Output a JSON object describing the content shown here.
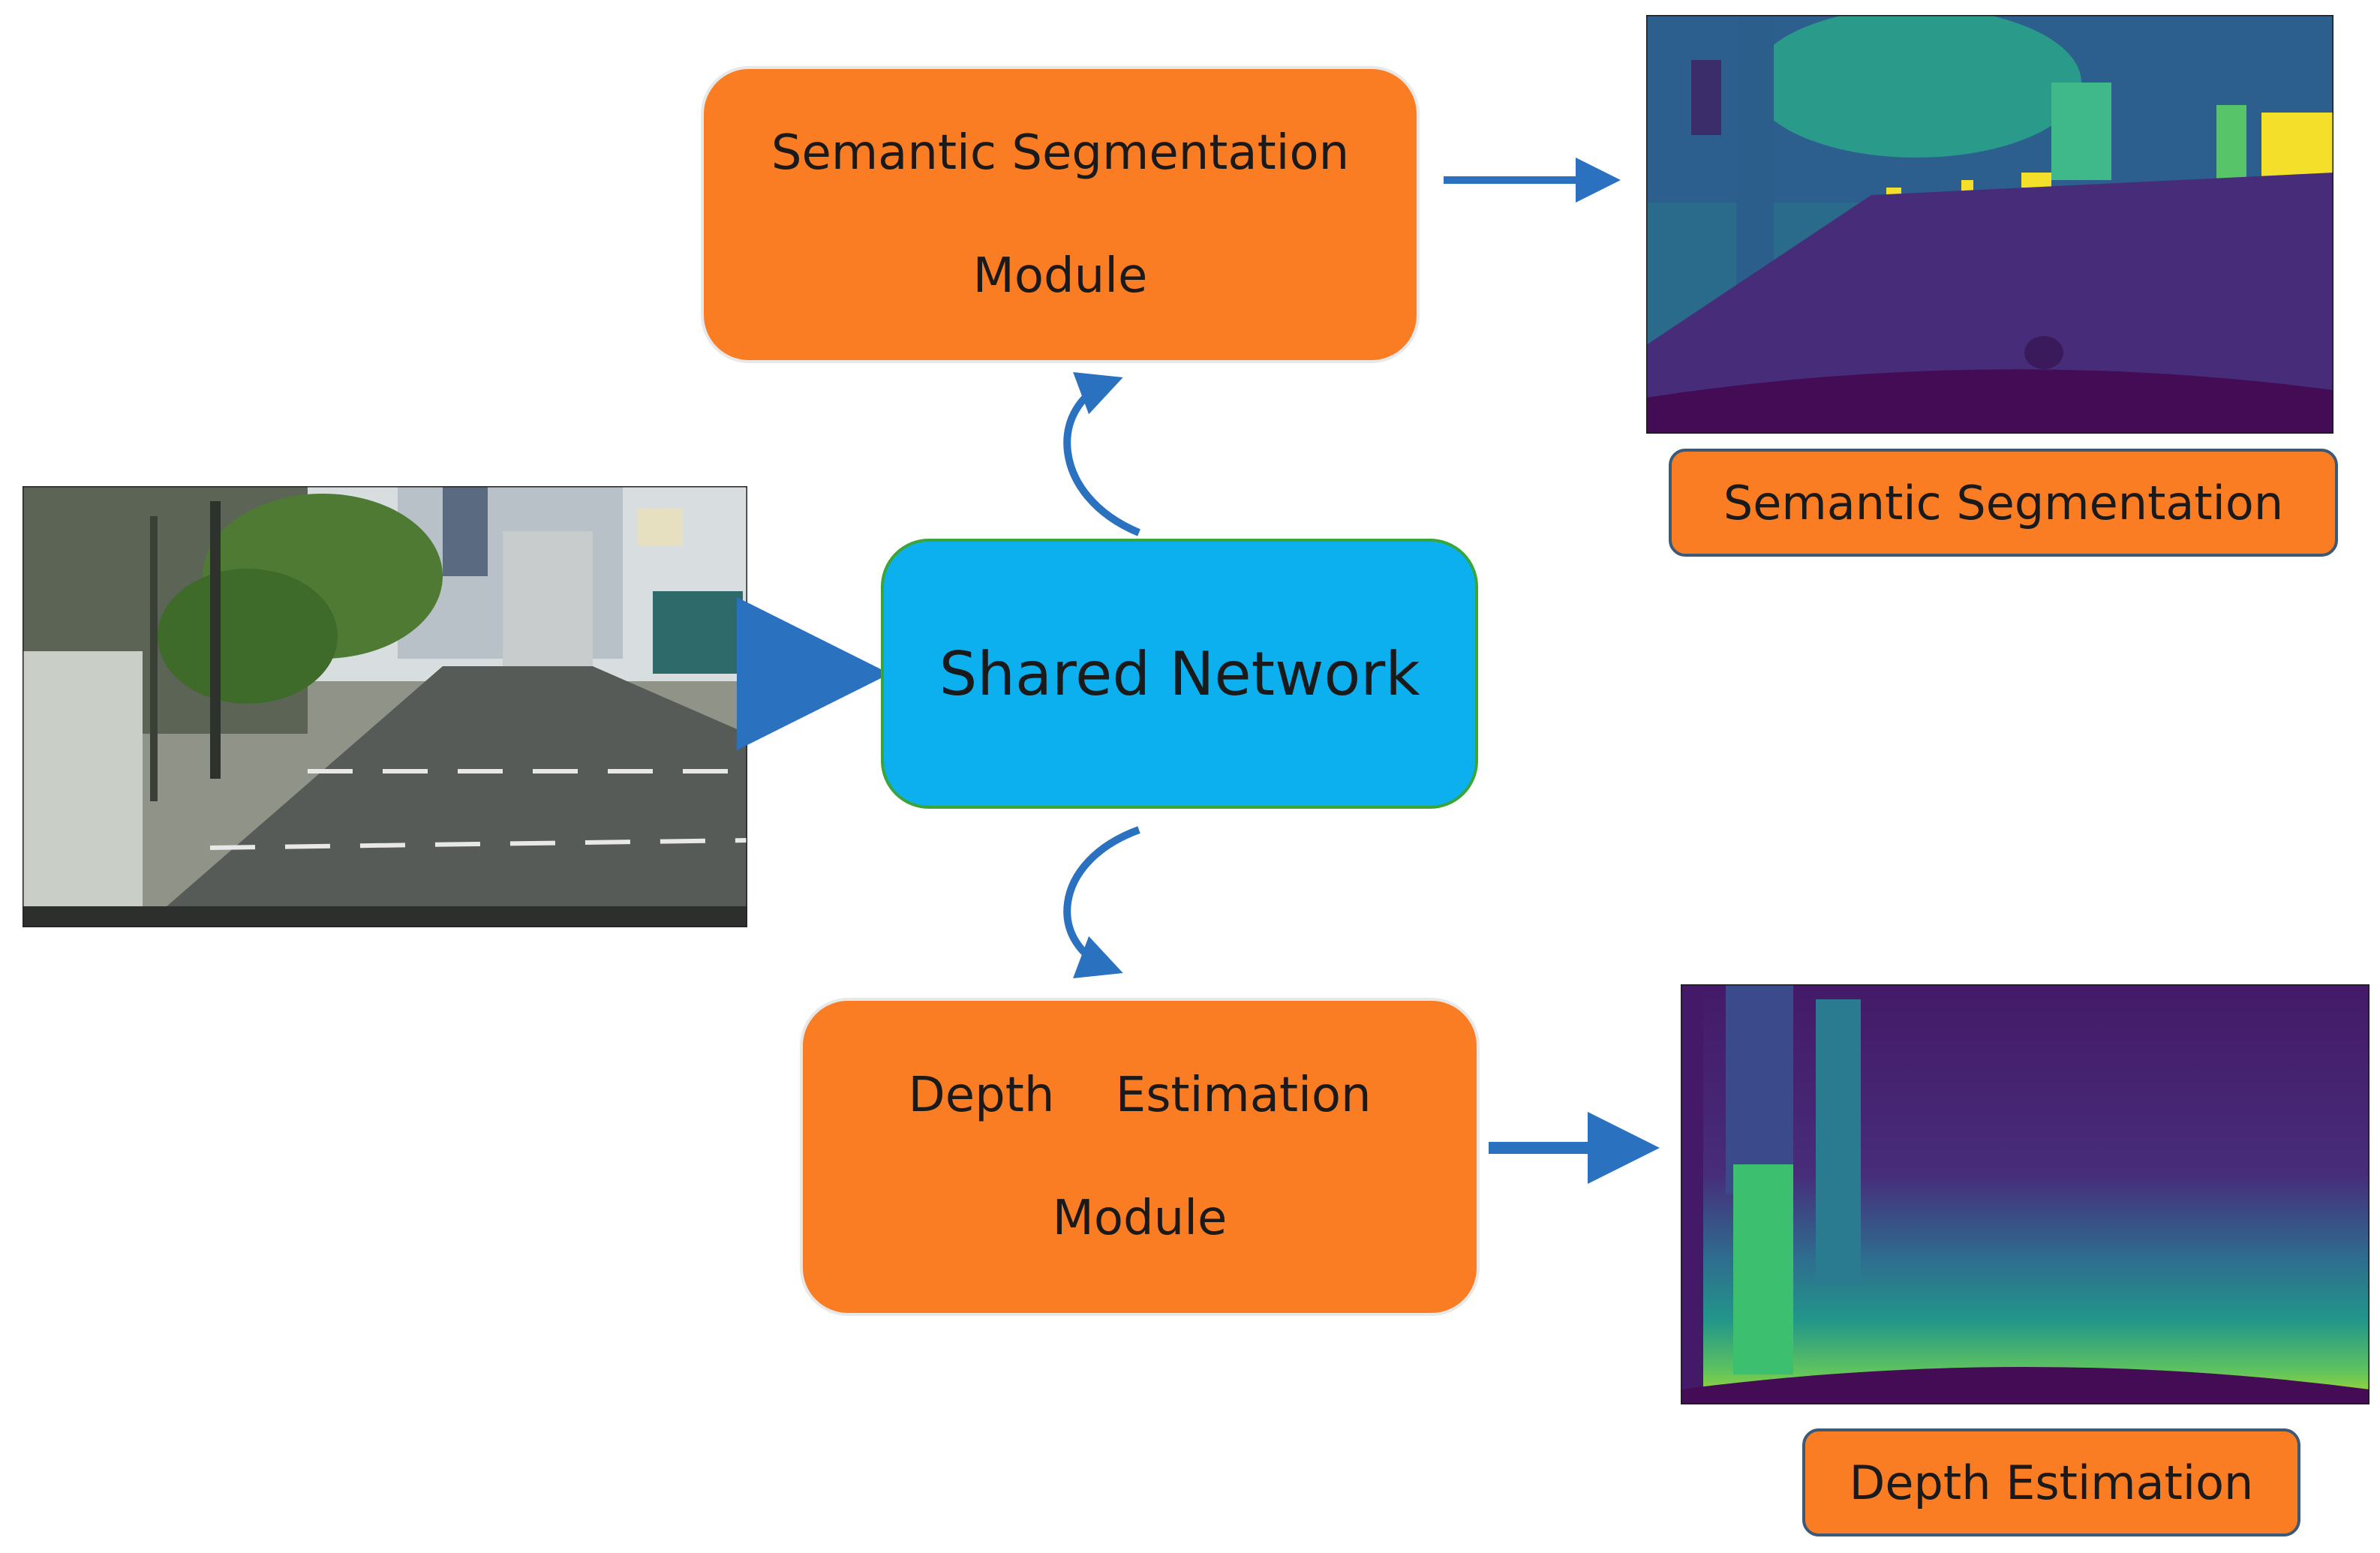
{
  "modules": {
    "semantic_segmentation": {
      "line1": "Semantic Segmentation",
      "line2": "Module"
    },
    "shared_network": {
      "label": "Shared Network"
    },
    "depth_estimation": {
      "line1": "Depth    Estimation",
      "line2": "Module"
    }
  },
  "outputs": {
    "semantic_segmentation": {
      "label": "Semantic Segmentation"
    },
    "depth_estimation": {
      "label": "Depth Estimation"
    }
  },
  "images": {
    "input": "street-scene-photo",
    "segmentation_output": "segmentation-map",
    "depth_output": "depth-map"
  },
  "colors": {
    "module_fill": "#fa7d24",
    "shared_fill": "#0cb0ee",
    "arrow": "#2a72c0"
  }
}
